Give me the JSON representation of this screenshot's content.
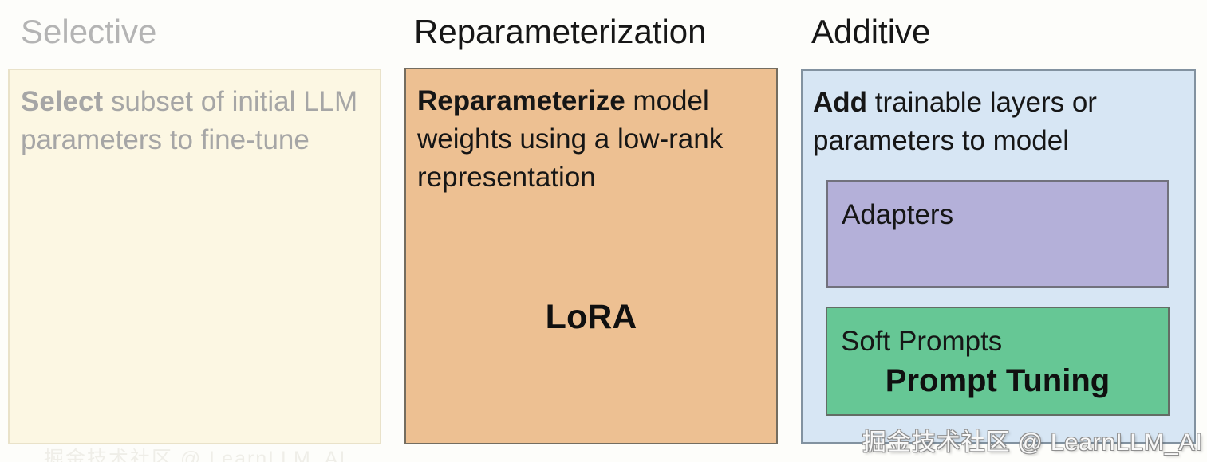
{
  "columns": [
    {
      "heading": "Selective",
      "description_bold": "Select",
      "description_rest": " subset of initial LLM parameters to fine-tune"
    },
    {
      "heading": "Reparameterization",
      "description_bold": "Reparameterize",
      "description_rest": " model weights using a low-rank representation",
      "method_label": "LoRA"
    },
    {
      "heading": "Additive",
      "description_bold": "Add",
      "description_rest": " trainable layers or parameters to model",
      "sub_boxes": [
        {
          "label": "Adapters"
        },
        {
          "label": "Soft Prompts",
          "method_label": "Prompt Tuning"
        }
      ]
    }
  ],
  "watermark": "掘金技术社区 @ LearnLLM_AI",
  "colors": {
    "selective_heading": "#b4b4b4",
    "selective_box_bg": "#fcf7e3",
    "selective_box_border": "#e9e2c9",
    "selective_text": "#a6a6a6",
    "reparam_box_bg": "#edc092",
    "reparam_box_border": "#746d60",
    "additive_box_bg": "#d7e6f4",
    "additive_box_border": "#8292a0",
    "adapters_box_bg": "#b4b0d9",
    "soft_prompts_box_bg": "#66c795",
    "dark_text": "#161616"
  }
}
